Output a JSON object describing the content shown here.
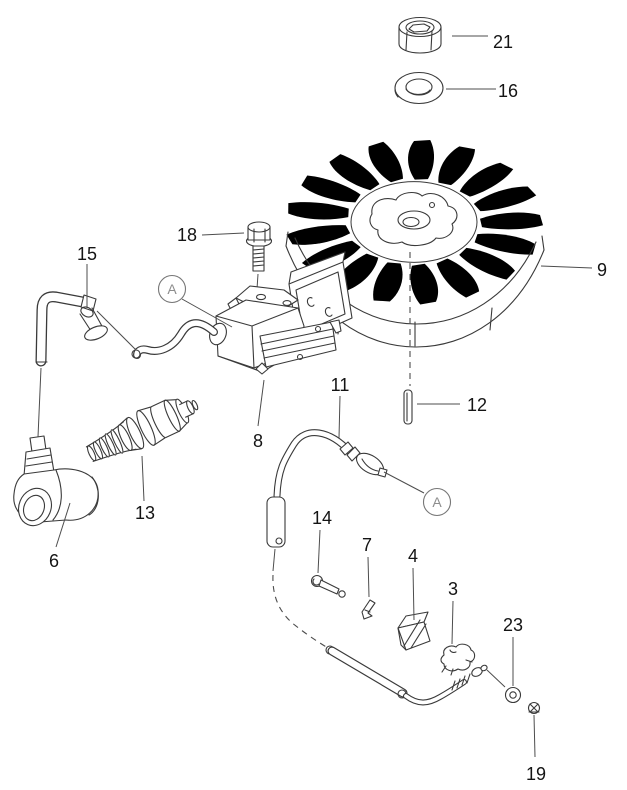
{
  "diagram": {
    "type": "exploded-parts-diagram",
    "subject": "Engine ignition and flywheel assembly",
    "line_color": "#3a3a3a",
    "marker_color": "#8d8d8d",
    "callouts": {
      "part21": "21",
      "part16": "16",
      "part9": "9",
      "part18": "18",
      "part15": "15",
      "part8": "8",
      "part11": "11",
      "part12": "12",
      "part13": "13",
      "part6": "6",
      "part14": "14",
      "part7": "7",
      "part4": "4",
      "part3": "3",
      "part23": "23",
      "part19": "19"
    },
    "reference_markers": {
      "marker_a_left": "A",
      "marker_a_right": "A"
    }
  }
}
